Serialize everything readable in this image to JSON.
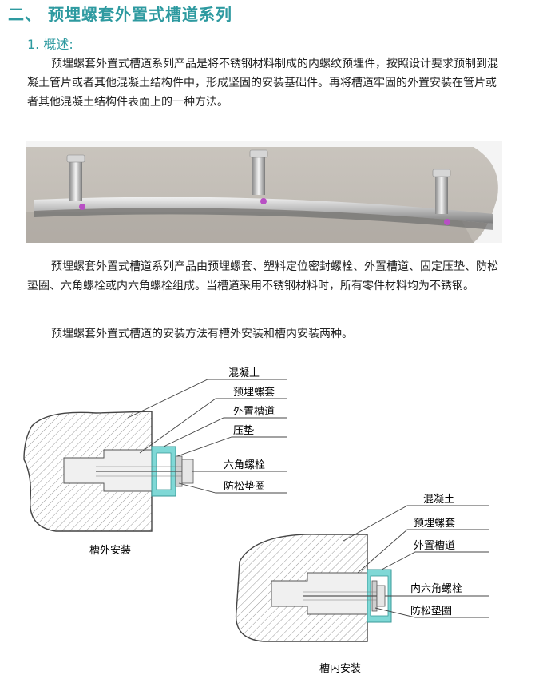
{
  "header": {
    "title": "二、 预埋螺套外置式槽道系列",
    "subtitle": "1. 概述:"
  },
  "paragraphs": [
    "预埋螺套外置式槽道系列产品是将不锈钢材料制成的内螺纹预埋件，按照设计要求预制到混凝土管片或者其他混凝土结构件中，形成坚固的安装基础件。再将槽道牢固的外置安装在管片或者其他混凝土结构件表面上的一种方法。",
    "预埋螺套外置式槽道系列产品由预埋螺套、塑料定位密封螺栓、外置槽道、固定压垫、防松垫圈、六角螺栓或内六角螺栓组成。当槽道采用不锈钢材料时，所有零件材料均为不锈钢。",
    "预埋螺套外置式槽道的安装方法有槽外安装和槽内安装两种。"
  ],
  "diagram_outer": {
    "labels": [
      "混凝土",
      "预埋螺套",
      "外置槽道",
      "压垫",
      "六角螺栓",
      "防松垫圈"
    ],
    "caption": "槽外安装"
  },
  "diagram_inner": {
    "labels": [
      "混凝土",
      "预埋螺套",
      "外置槽道",
      "内六角螺栓",
      "防松垫圈"
    ],
    "caption": "槽内安装"
  },
  "colors": {
    "heading": "#2e9aa0",
    "channel": "#7fd8d6",
    "hatch": "#999999"
  }
}
